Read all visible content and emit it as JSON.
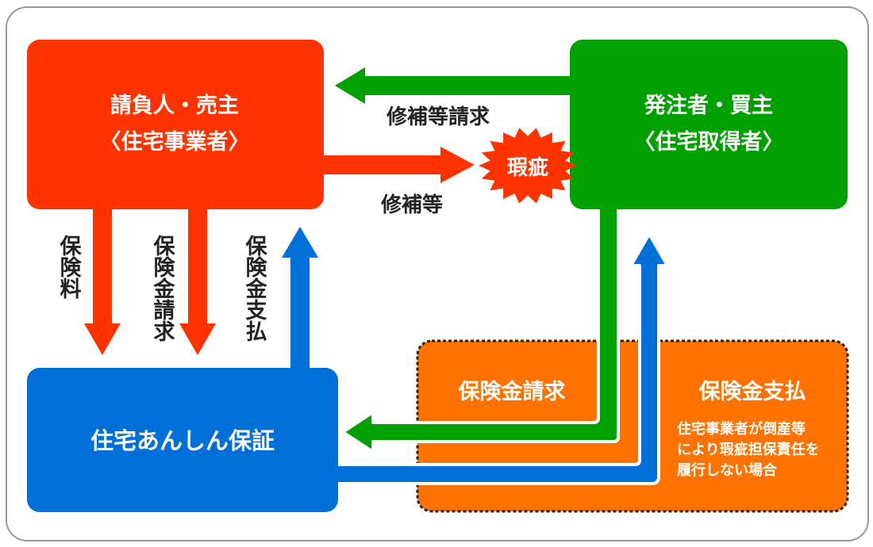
{
  "nodes": {
    "contractor": {
      "line1": "請負人・売主",
      "line2": "〈住宅事業者〉",
      "color": "#ff3300"
    },
    "client": {
      "line1": "発注者・買主",
      "line2": "〈住宅取得者〉",
      "color": "#00a000"
    },
    "insurer": {
      "label": "住宅あんしん保証",
      "color": "#0070d8"
    }
  },
  "badge": {
    "label": "瑕疵",
    "color": "#ff3300"
  },
  "flows": {
    "repair_request": "修補等請求",
    "repair": "修補等",
    "premium": "保険料",
    "claim_by_contractor": "保険金請求",
    "payment_to_contractor": "保険金支払"
  },
  "orange_box": {
    "claim": "保険金請求",
    "payment": "保険金支払",
    "note_lines": [
      "住宅事業者が倒産等",
      "により瑕疵担保責任を",
      "履行しない場合"
    ],
    "color": "#ff7200"
  }
}
